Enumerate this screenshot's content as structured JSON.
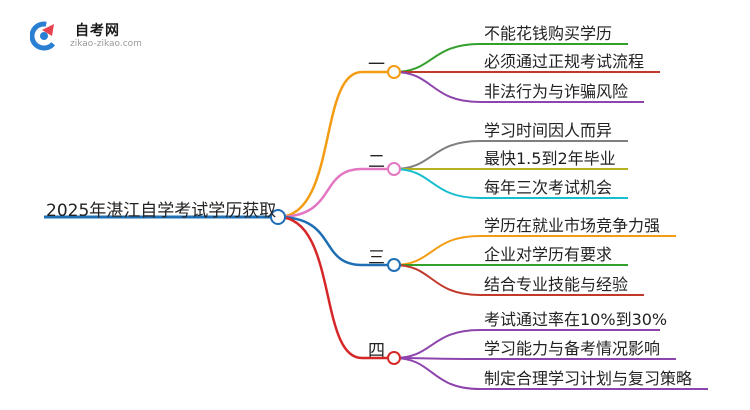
{
  "logo": {
    "name": "自考网",
    "url": "zikao-zikao.com",
    "colors": {
      "red": "#e8414e",
      "blue": "#2b7fd3"
    }
  },
  "root": {
    "label": "2025年湛江自学考试学历获取",
    "color": "#1f6fb5"
  },
  "branches": [
    {
      "label": "一",
      "color": "#f39c12",
      "leaves": [
        {
          "label": "不能花钱购买学历",
          "color": "#33a02c"
        },
        {
          "label": "必须通过正规考试流程",
          "color": "#c0392b"
        },
        {
          "label": "非法行为与诈骗风险",
          "color": "#8e44ad"
        }
      ]
    },
    {
      "label": "二",
      "color": "#e377c2",
      "leaves": [
        {
          "label": "学习时间因人而异",
          "color": "#7f7f7f"
        },
        {
          "label": "最快1.5到2年毕业",
          "color": "#b5b01e"
        },
        {
          "label": "每年三次考试机会",
          "color": "#17becf"
        }
      ]
    },
    {
      "label": "三",
      "color": "#1f6fb5",
      "leaves": [
        {
          "label": "学历在就业市场竞争力强",
          "color": "#f39c12"
        },
        {
          "label": "企业对学历有要求",
          "color": "#33a02c"
        },
        {
          "label": "结合专业技能与经验",
          "color": "#c0392b"
        }
      ]
    },
    {
      "label": "四",
      "color": "#d62728",
      "leaves": [
        {
          "label": "考试通过率在10%到30%",
          "color": "#8e44ad"
        },
        {
          "label": "学习能力与备考情况影响",
          "color": "#8e44ad"
        },
        {
          "label": "制定合理学习计划与复习策略",
          "color": "#8e44ad"
        }
      ]
    }
  ]
}
